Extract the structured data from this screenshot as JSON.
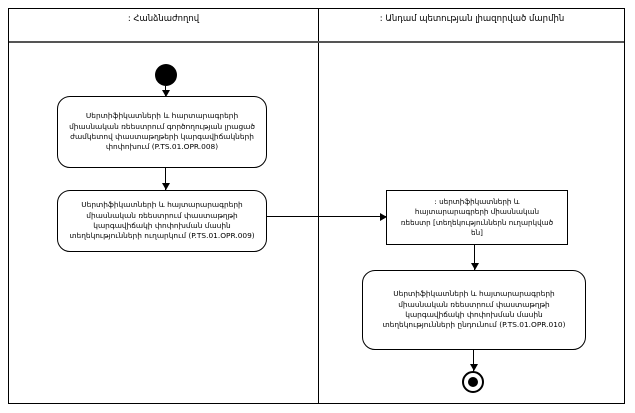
{
  "diagram": {
    "type": "uml-activity-swimlane",
    "language": "hy",
    "lanes": [
      {
        "id": "left",
        "title": ": Հանձնաժողով"
      },
      {
        "id": "right",
        "title": ": Անդամ պետության լիազորված մարմին"
      }
    ],
    "nodes": {
      "initial": {
        "kind": "initial-node",
        "lane": "left"
      },
      "activity_opr_008": {
        "kind": "activity",
        "lane": "left",
        "text": "Սերտիֆիկատների և հարտարագրերի\nմիասնական ռեեստրում գործողության լրացած\nժամկետով փաստաթղթերի կարգավիճակների\nփոփոխում (P.TS.01.OPR.008)",
        "code": "P.TS.01.OPR.008"
      },
      "activity_opr_009": {
        "kind": "activity",
        "lane": "left",
        "text": "Սերտիֆիկատների և հայտարարագրերի\nմիասնական ռեեստրում փաստաթղթի\nկարգավիճակի փոփոխման մասին\nտեղեկությունների ուղարկում (P.TS.01.OPR.009)",
        "code": "P.TS.01.OPR.009"
      },
      "object_registry": {
        "kind": "object-node",
        "lane": "right",
        "text": ": սերտիֆիկատների և\nհայտարարագրերի միասնական\nռեեստր [տեղեկություններն ուղարկված\nեն]",
        "state": "[տեղեկություններն ուղարկված են]"
      },
      "activity_opr_010": {
        "kind": "activity",
        "lane": "right",
        "text": "Սերտիֆիկատների և հայտարարագրերի\nմիասնական ռեեստրում փաստաթղթի\nկարգավիճակի փոփոխման մասին\nտեղեկությունների ընդունում (P.TS.01.OPR.010)",
        "code": "P.TS.01.OPR.010"
      },
      "final": {
        "kind": "final-node",
        "lane": "right"
      }
    },
    "edges": [
      {
        "from": "initial",
        "to": "activity_opr_008",
        "direction": "down"
      },
      {
        "from": "activity_opr_008",
        "to": "activity_opr_009",
        "direction": "down"
      },
      {
        "from": "activity_opr_009",
        "to": "object_registry",
        "direction": "right"
      },
      {
        "from": "object_registry",
        "to": "activity_opr_010",
        "direction": "down"
      },
      {
        "from": "activity_opr_010",
        "to": "final",
        "direction": "down"
      }
    ],
    "colors": {
      "stroke": "#000000",
      "background": "#ffffff",
      "header_rule": "#555555"
    }
  }
}
